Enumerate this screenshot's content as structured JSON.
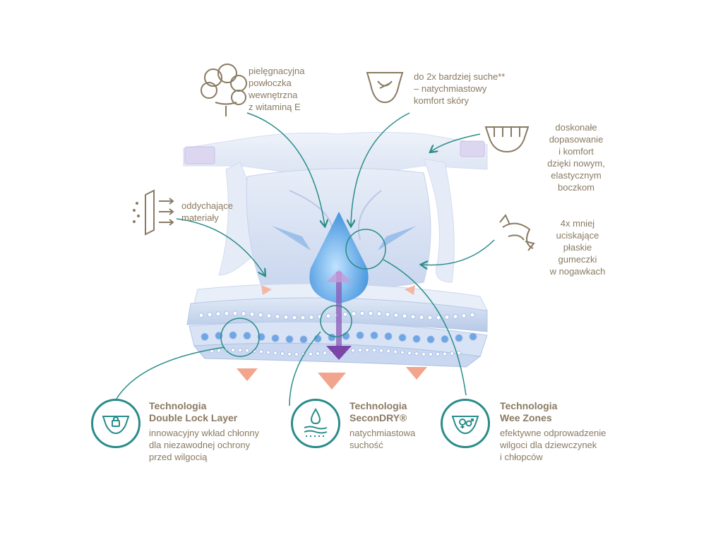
{
  "features": {
    "care_coating": "pielęgnacyjna\npowłoczka\nwewnętrzna\nz witaminą E",
    "drier": "do 2x bardziej suche**\n– natychmiastowy\nkomfort skóry",
    "fit": "doskonałe\ndopasowanie\ni komfort\ndzięki nowym,\nelastycznym\nboczkom",
    "breathable": "oddychające\nmateriały",
    "flat_elastics": "4x mniej\nuciskające\npłaskie\ngumeczki\nw nogawkach"
  },
  "technologies": [
    {
      "title": "Technologia\nDouble Lock Layer",
      "description": "innowacyjny wkład chłonny\ndla niezawodnej ochrony\nprzed wilgocią",
      "icon": "diaper-lock-icon"
    },
    {
      "title": "Technologia\nSeconDRY®",
      "description": "natychmiastowa\nsuchość",
      "icon": "drop-layers-icon"
    },
    {
      "title": "Technologia\nWee Zones",
      "description": "efektywne odprowadzenie\nwilgoci dla dziewczynek\ni chłopców",
      "icon": "diaper-gender-icon"
    }
  ],
  "colors": {
    "teal": "#2a8c8a",
    "text_brown": "#8a7a62",
    "diaper_blue": "#cfdcf0",
    "arrow_pink": "#f2a58c",
    "drop_blue": "#5aa9e6"
  }
}
